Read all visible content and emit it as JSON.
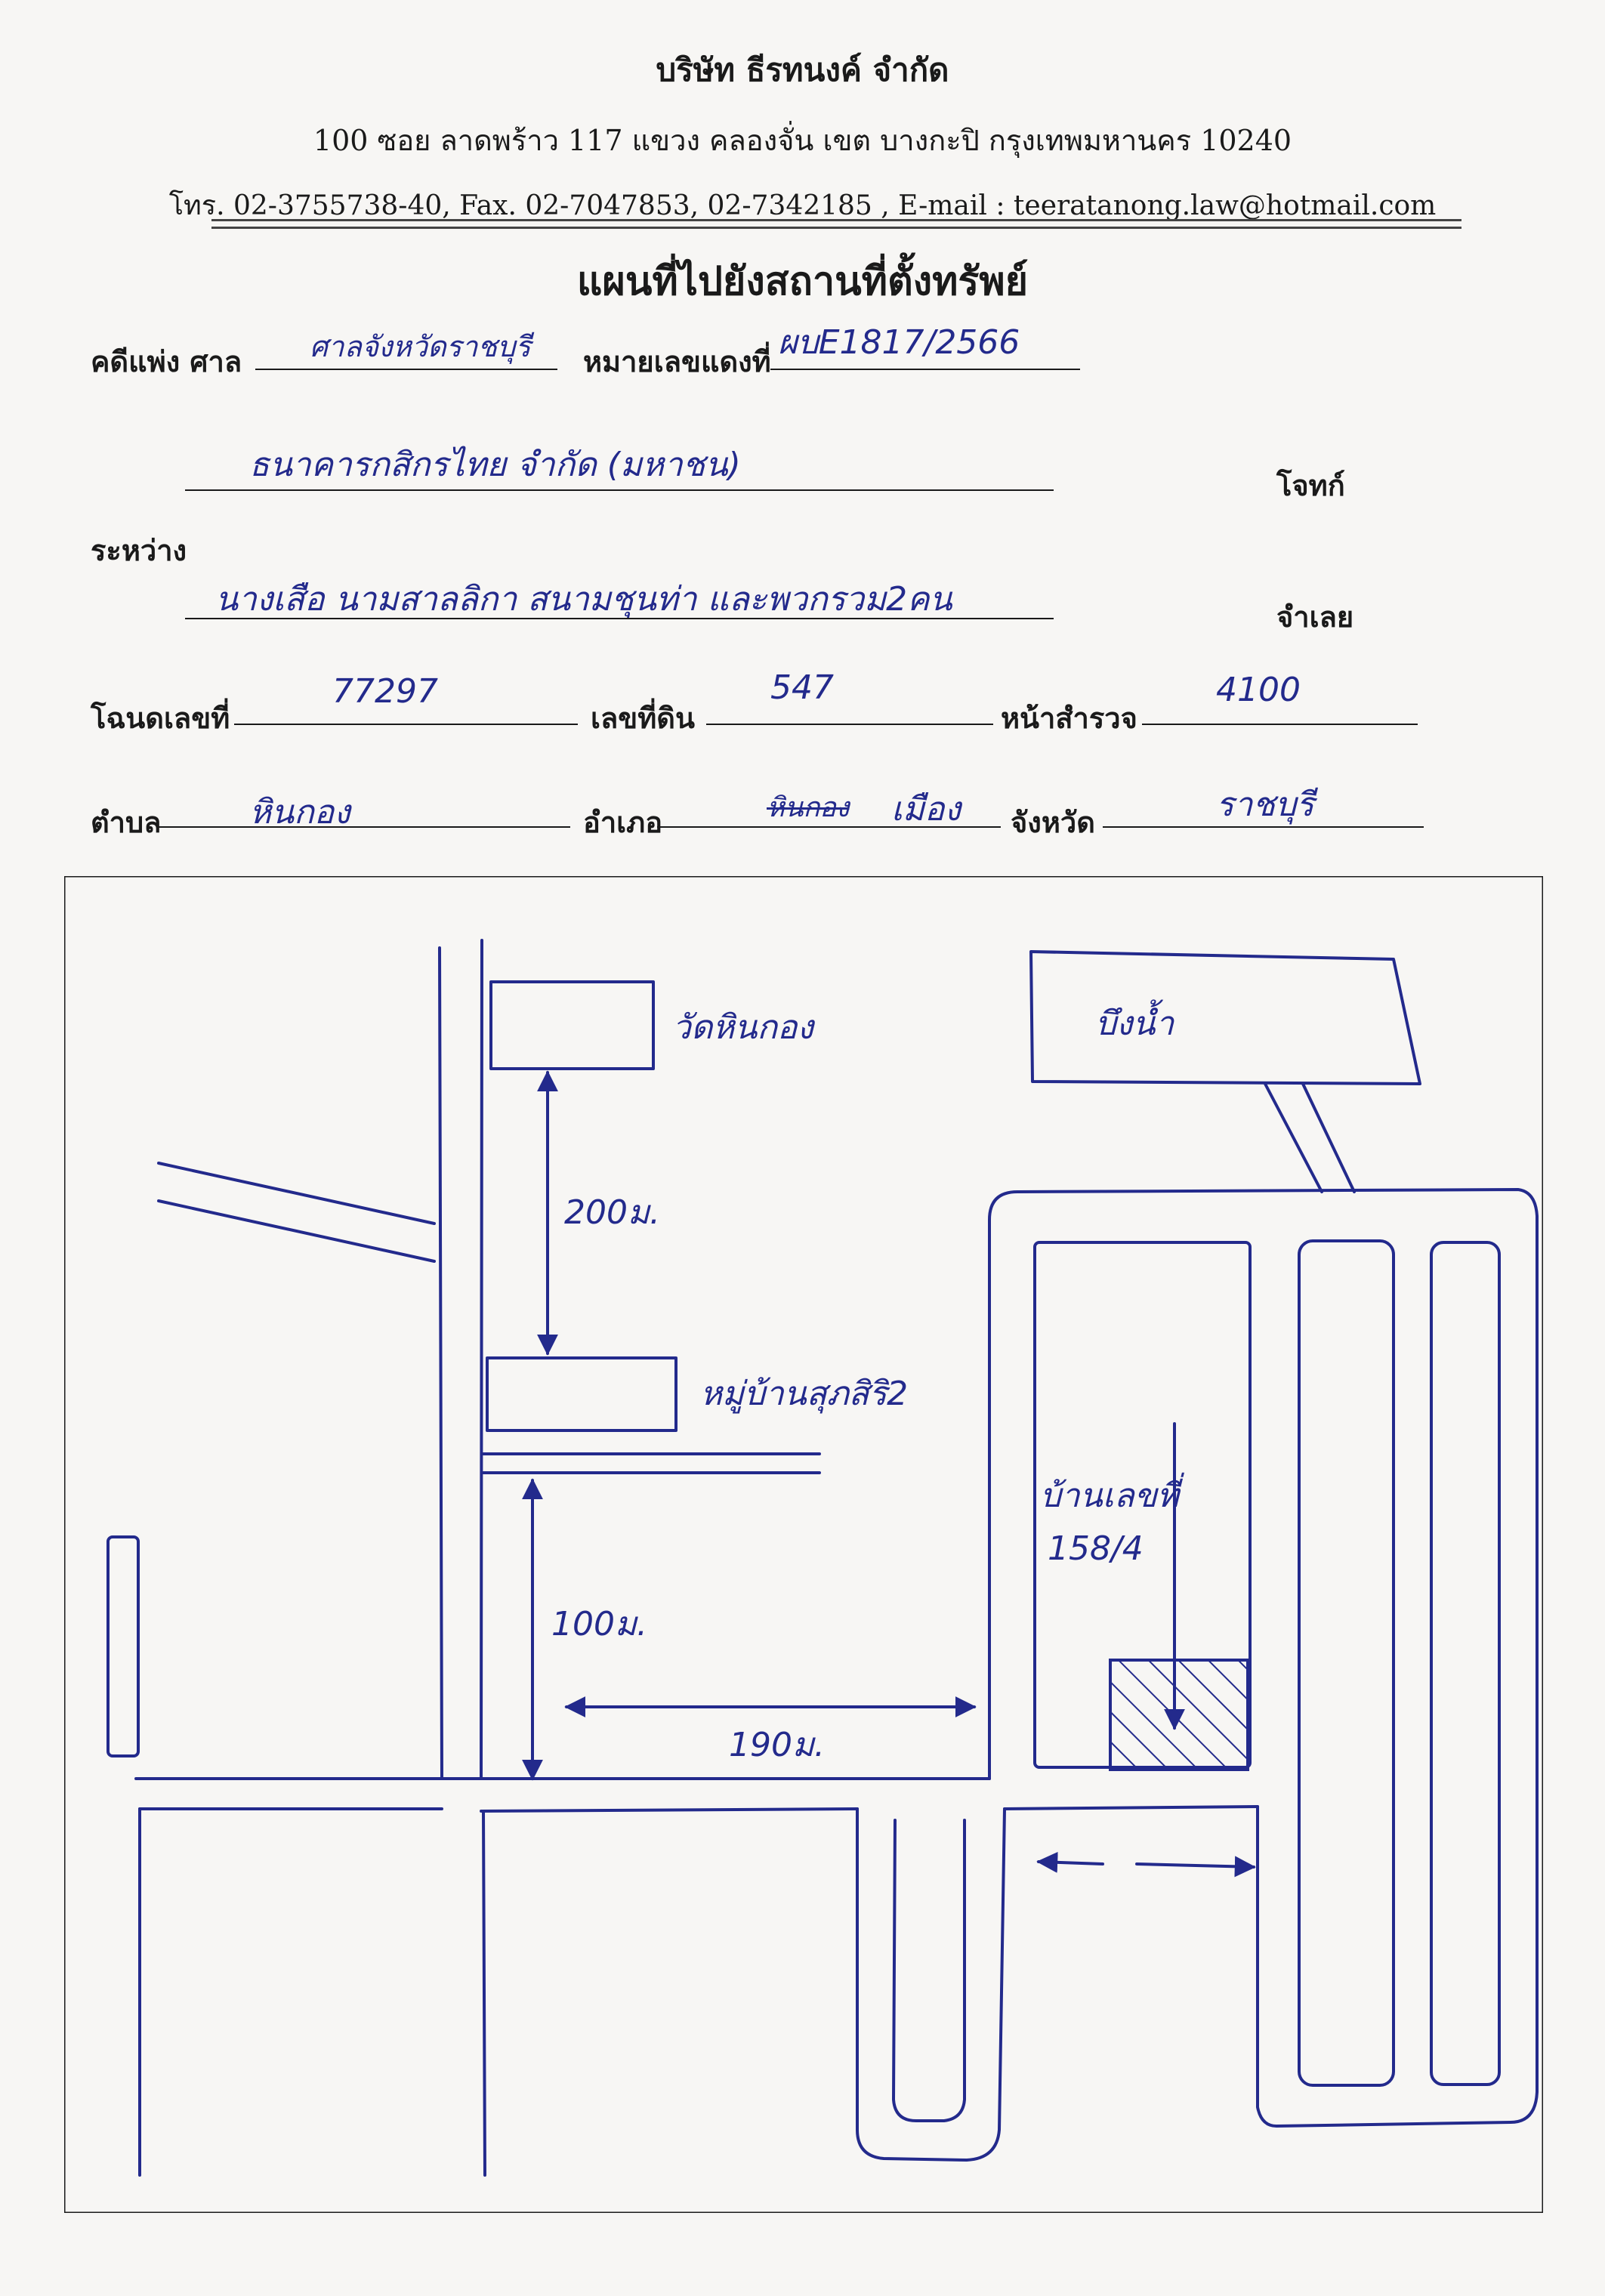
{
  "header": {
    "company": "บริษัท ธีรทนงค์ จำกัด",
    "address": "100 ซอย ลาดพร้าว 117 แขวง คลองจั่น เขต บางกะปิ กรุงเทพมหานคร 10240",
    "contact": "โทร. 02-3755738-40, Fax. 02-7047853, 02-7342185 , E-mail : teeratanong.law@hotmail.com"
  },
  "form": {
    "title": "แผนที่ไปยังสถานที่ตั้งทรัพย์",
    "case_label": "คดีแพ่ง ศาล",
    "court_value": "ศาลจังหวัดราชบุรี",
    "red_no_label": "หมายเลขแดงที่",
    "red_no_value": "ผบE1817/2566",
    "plaintiff_value": "ธนาคารกสิกรไทย จำกัด (มหาชน)",
    "plaintiff_label": "โจทก์",
    "between_label": "ระหว่าง",
    "defendant_value": "นางเสือ นามสาลลิกา สนามชุนท่า และพวกรวม2คน",
    "defendant_label": "จำเลย",
    "deed_label": "โฉนดเลขที่",
    "deed_value": "77297",
    "land_no_label": "เลขที่ดิน",
    "land_no_value": "547",
    "survey_label": "หน้าสำรวจ",
    "survey_value": "4100",
    "subdistrict_label": "ตำบล",
    "subdistrict_value": "หินกอง",
    "district_label": "อำเภอ",
    "district_value": "เมือง",
    "district_struck": "หินกอง",
    "province_label": "จังหวัด",
    "province_value": "ราชบุรี"
  },
  "map": {
    "temple": "วัดหินกอง",
    "water": "บึงน้ำ",
    "village": "หมู่บ้านสุภสิริ2",
    "house": "บ้านเลขที่",
    "house_no": "158/4",
    "dist_200": "200ม.",
    "dist_100": "100ม.",
    "dist_190": "190ม."
  }
}
